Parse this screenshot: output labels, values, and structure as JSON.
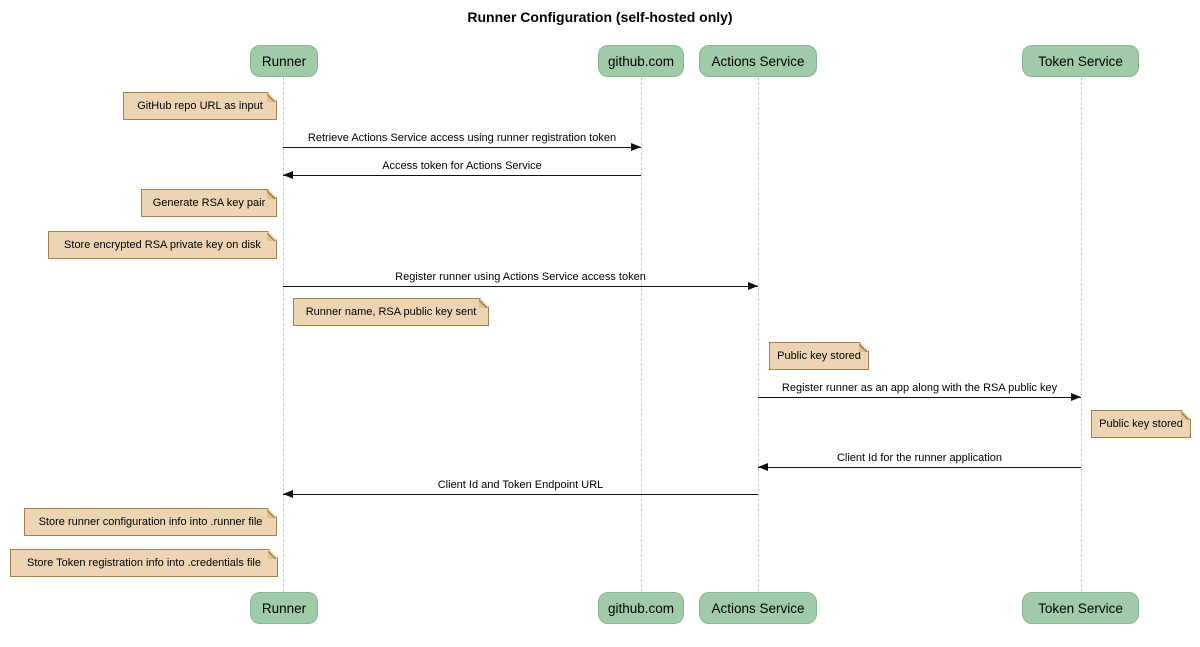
{
  "title": "Runner Configuration (self-hosted only)",
  "diagram_type": "sequence",
  "participants": [
    {
      "label": "Runner"
    },
    {
      "label": "github.com"
    },
    {
      "label": "Actions Service"
    },
    {
      "label": "Token Service"
    }
  ],
  "messages": [
    {
      "text": "Retrieve Actions Service access using runner registration token",
      "from": "Runner",
      "to": "github.com",
      "direction": "right"
    },
    {
      "text": "Access token for Actions Service",
      "from": "github.com",
      "to": "Runner",
      "direction": "left"
    },
    {
      "text": "Register runner using Actions Service access token",
      "from": "Runner",
      "to": "Actions Service",
      "direction": "right"
    },
    {
      "text": "Register runner as an app along with the RSA public key",
      "from": "Actions Service",
      "to": "Token Service",
      "direction": "right"
    },
    {
      "text": "Client Id for the runner application",
      "from": "Token Service",
      "to": "Actions Service",
      "direction": "left"
    },
    {
      "text": "Client Id and Token Endpoint URL",
      "from": "Actions Service",
      "to": "Runner",
      "direction": "left"
    }
  ],
  "notes": [
    {
      "text": "GitHub repo URL as input",
      "anchor": "Runner",
      "side": "left"
    },
    {
      "text": "Generate RSA key pair",
      "anchor": "Runner",
      "side": "left"
    },
    {
      "text": "Store encrypted RSA private key on disk",
      "anchor": "Runner",
      "side": "left"
    },
    {
      "text": "Runner name, RSA public key sent",
      "anchor": "Runner",
      "side": "right"
    },
    {
      "text": "Public key stored",
      "anchor": "Actions Service",
      "side": "right"
    },
    {
      "text": "Public key stored",
      "anchor": "Token Service",
      "side": "right"
    },
    {
      "text": "Store runner configuration info into .runner file",
      "anchor": "Runner",
      "side": "left"
    },
    {
      "text": "Store Token registration info into .credentials file",
      "anchor": "Runner",
      "side": "left"
    }
  ],
  "colors": {
    "participant_fill": "#9fcba8",
    "participant_border": "#84b791",
    "note_fill": "#edd5b3",
    "note_border": "#a5804e",
    "lifeline": "#c9c9c9",
    "message_line": "#111111",
    "background": "#ffffff"
  }
}
